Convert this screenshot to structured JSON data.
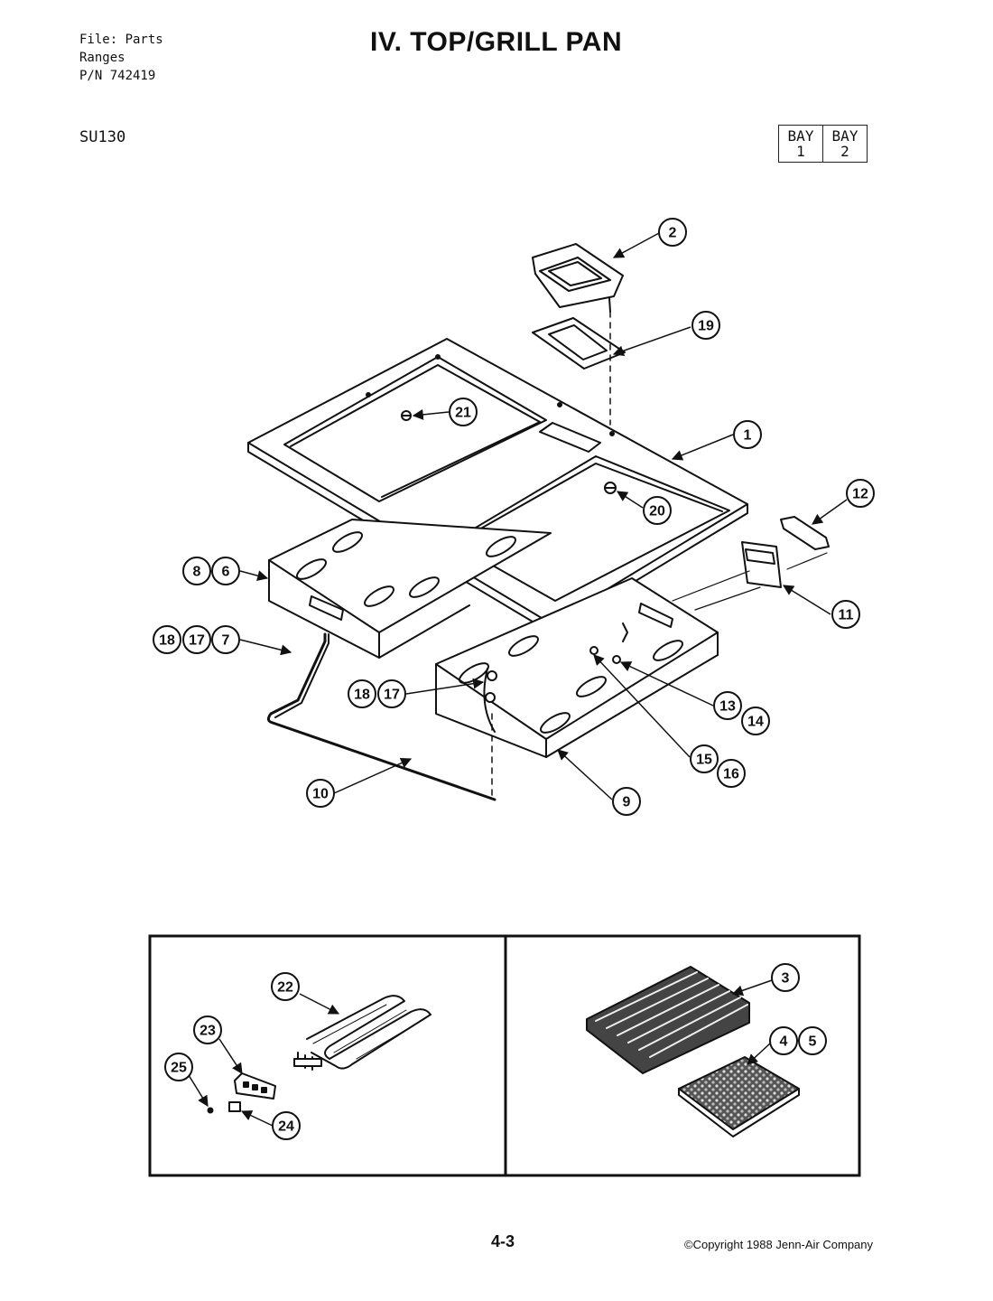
{
  "header": {
    "file_lines": [
      "File: Parts",
      "Ranges",
      "P/N 742419"
    ],
    "title": "IV.  TOP/GRILL PAN",
    "model": "SU130",
    "bays": [
      {
        "label": "BAY",
        "num": "1"
      },
      {
        "label": "BAY",
        "num": "2"
      }
    ]
  },
  "callouts": {
    "c1": "1",
    "c2": "2",
    "c3": "3",
    "c4": "4",
    "c5": "5",
    "c6": "6",
    "c7": "7",
    "c8": "8",
    "c9": "9",
    "c10": "10",
    "c11": "11",
    "c12": "12",
    "c13": "13",
    "c14": "14",
    "c15": "15",
    "c16": "16",
    "c17a": "17",
    "c17b": "17",
    "c18a": "18",
    "c18b": "18",
    "c19": "19",
    "c20": "20",
    "c21": "21",
    "c22": "22",
    "c23": "23",
    "c24": "24",
    "c25": "25"
  },
  "footer": {
    "page_number": "4-3",
    "copyright": "©Copyright 1988 Jenn-Air Company"
  }
}
